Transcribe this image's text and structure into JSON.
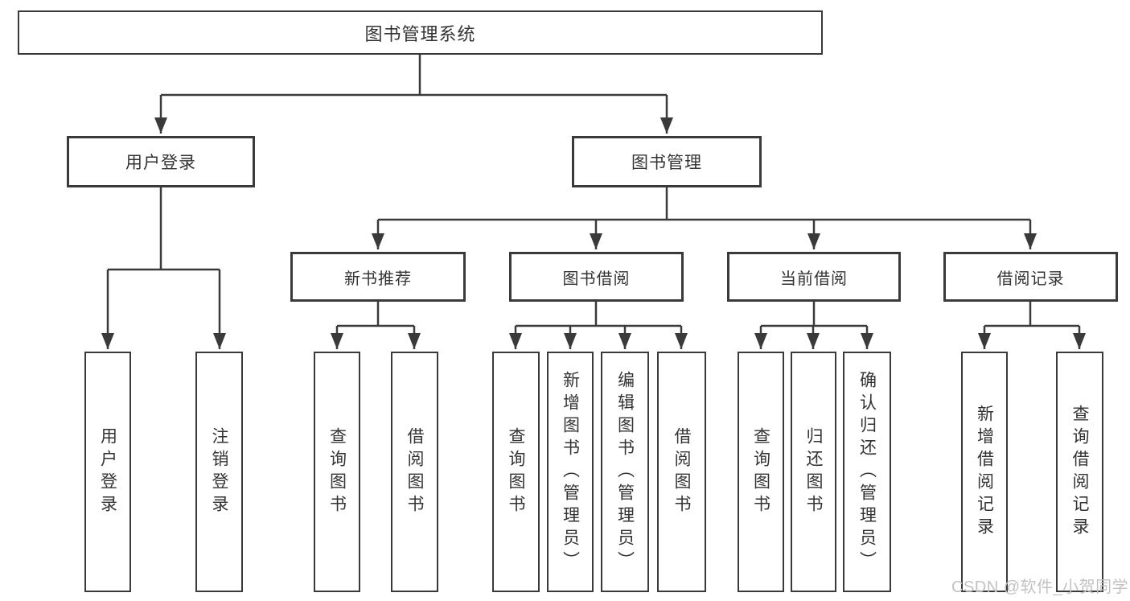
{
  "diagram": {
    "root": "图书管理系统",
    "level2": {
      "user_login": "用户登录",
      "book_mgmt": "图书管理"
    },
    "level3": {
      "new_books": "新书推荐",
      "book_borrow": "图书借阅",
      "current_borrow": "当前借阅",
      "borrow_records": "借阅记录"
    },
    "leaves": {
      "login": "用户登录",
      "logout": "注销登录",
      "new_books_query": "查询图书",
      "new_books_borrow": "借阅图书",
      "borrow_query": "查询图书",
      "borrow_add": "新增图书（管理员）",
      "borrow_edit": "编辑图书（管理员）",
      "borrow_borrow": "借阅图书",
      "current_query": "查询图书",
      "current_return": "归还图书",
      "current_confirm": "确认归还（管理员）",
      "records_add": "新增借阅记录",
      "records_query": "查询借阅记录"
    }
  },
  "watermark": "CSDN @软件_小贺同学",
  "colors": {
    "line": "#3a3a3a",
    "text": "#333333",
    "watermark": "#c2c2c2",
    "background": "#ffffff"
  }
}
